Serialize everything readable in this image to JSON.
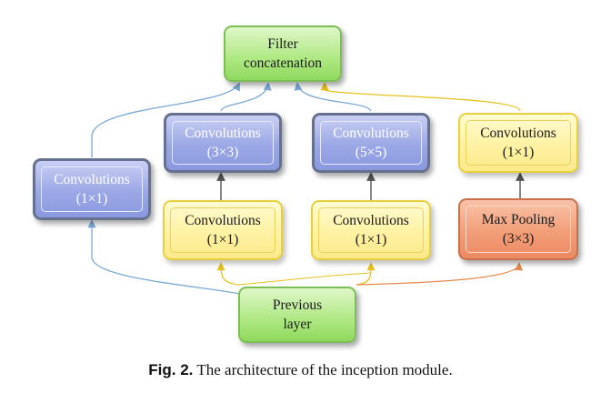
{
  "nodes": {
    "filter_concat": {
      "line1": "Filter",
      "line2": "concatenation"
    },
    "conv1_left": {
      "line1": "Convolutions",
      "line2": "(1×1)"
    },
    "conv3": {
      "line1": "Convolutions",
      "line2": "(3×3)"
    },
    "conv5": {
      "line1": "Convolutions",
      "line2": "(5×5)"
    },
    "conv1_right_top": {
      "line1": "Convolutions",
      "line2": "(1×1)"
    },
    "conv1_mid_a": {
      "line1": "Convolutions",
      "line2": "(1×1)"
    },
    "conv1_mid_b": {
      "line1": "Convolutions",
      "line2": "(1×1)"
    },
    "maxpool": {
      "line1": "Max Pooling",
      "line2": "(3×3)"
    },
    "previous_layer": {
      "line1": "Previous",
      "line2": "layer"
    }
  },
  "caption": {
    "label": "Fig. 2.",
    "text": "The architecture of the inception module."
  },
  "colors": {
    "blue_arrow": "#7aa9d6",
    "yellow_arrow": "#e6c21e",
    "orange_arrow": "#e8884f",
    "gray_arrow": "#555555"
  }
}
